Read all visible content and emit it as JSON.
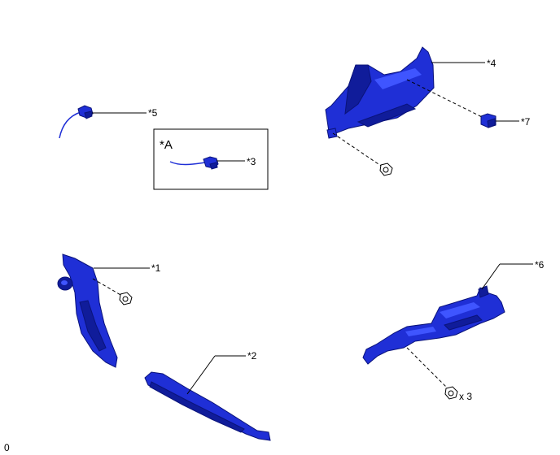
{
  "labels": {
    "c1": "*1",
    "c2": "*2",
    "c3": "*3",
    "c4": "*4",
    "c5": "*5",
    "c6": "*6",
    "c7": "*7",
    "ca": "*A",
    "qty": "x 3",
    "code": "0"
  },
  "colors": {
    "part": "#1f2fd6",
    "part_dark": "#101c9a",
    "line": "#000000",
    "background": "#ffffff"
  }
}
